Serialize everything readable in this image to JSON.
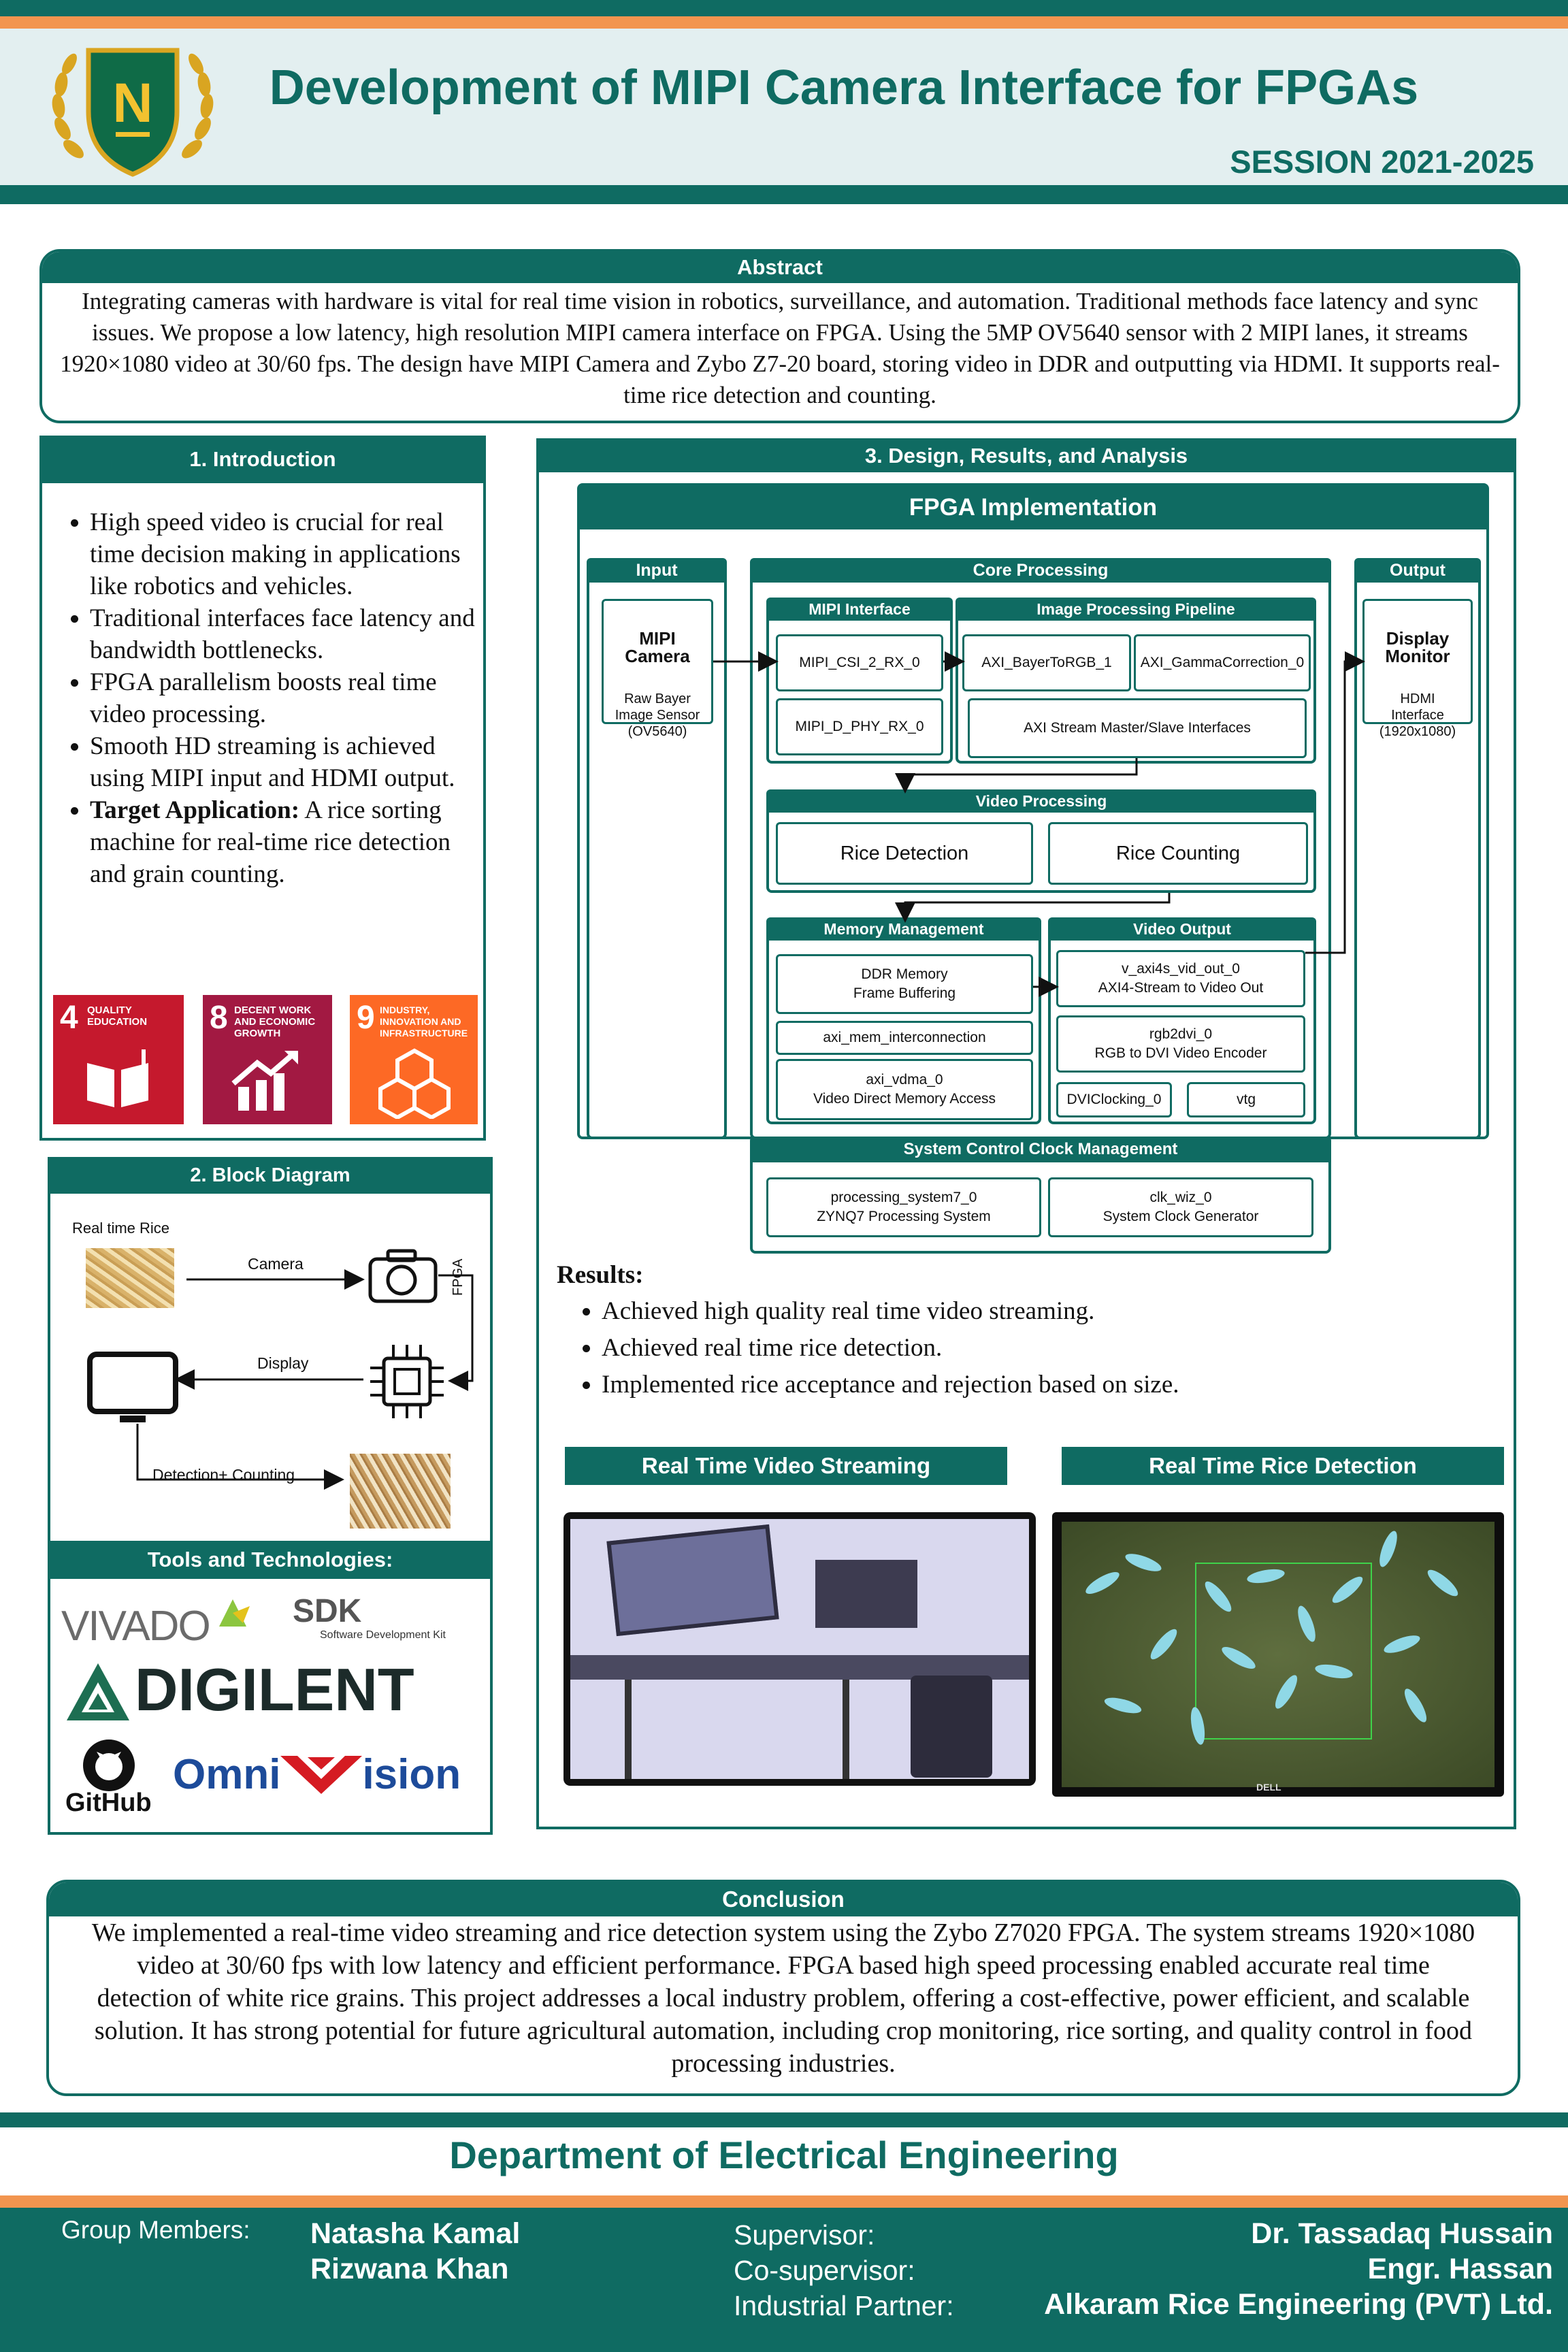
{
  "header": {
    "title": "Development of MIPI Camera Interface for FPGAs",
    "session": "SESSION 2021-2025",
    "logo_letter": "N"
  },
  "abstract": {
    "heading": "Abstract",
    "text": "Integrating cameras with hardware is vital for real time vision in robotics, surveillance, and automation. Traditional methods face latency and sync issues. We propose a low latency, high resolution MIPI camera interface on FPGA. Using the 5MP OV5640 sensor with 2 MIPI lanes, it streams 1920×1080 video at 30/60 fps. The design have MIPI Camera and Zybo Z7-20 board, storing video in DDR and outputting via HDMI. It supports real-time rice detection and counting."
  },
  "intro": {
    "heading": "1. Introduction",
    "items": [
      {
        "bold": "",
        "text": "High speed video is crucial for real time decision making in applications like robotics and vehicles."
      },
      {
        "bold": "",
        "text": "Traditional interfaces face latency and bandwidth bottlenecks."
      },
      {
        "bold": "",
        "text": "FPGA parallelism boosts real time video processing."
      },
      {
        "bold": "",
        "text": "Smooth HD streaming is achieved using MIPI input and HDMI output."
      },
      {
        "bold": "Target Application:",
        "text": " A rice sorting machine for real-time rice detection and grain counting."
      }
    ]
  },
  "sdg": [
    {
      "num": "4",
      "label": "QUALITY EDUCATION",
      "color": "#c5192d"
    },
    {
      "num": "8",
      "label": "DECENT WORK AND ECONOMIC GROWTH",
      "color": "#a21942"
    },
    {
      "num": "9",
      "label": "INDUSTRY, INNOVATION AND INFRASTRUCTURE",
      "color": "#fd6925"
    }
  ],
  "block": {
    "heading": "2. Block Diagram",
    "rice_label": "Real time Rice",
    "camera": "Camera",
    "fpga": "FPGA",
    "display": "Display",
    "detect": "Detection+ Counting"
  },
  "tools": {
    "heading": "Tools and Technologies:",
    "vivado": "VIVADO",
    "sdk": "SDK",
    "sdk_sub": "Software Development Kit",
    "digilent": "DIGILENT",
    "github": "GitHub",
    "omni": "Omni",
    "vision": "ision"
  },
  "design": {
    "heading": "3. Design, Results, and Analysis"
  },
  "fpga": {
    "title": "FPGA Implementation",
    "input": "Input",
    "mipi_camera": "MIPI\nCamera",
    "sensor": "Raw Bayer\nImage Sensor\n(OV5640)",
    "core": "Core Processing",
    "mipi_if": "MIPI Interface",
    "csi": "MIPI_CSI_2_RX_0",
    "dphy": "MIPI_D_PHY_RX_0",
    "pipeline": "Image Processing Pipeline",
    "bayer": "AXI_BayerToRGB_1",
    "gamma": "AXI_GammaCorrection_0",
    "axis": "AXI Stream Master/Slave Interfaces",
    "output": "Output",
    "display": "Display\nMonitor",
    "hdmi": "HDMI\nInterface\n(1920x1080)",
    "vproc": "Video Processing",
    "rice_det": "Rice Detection",
    "rice_cnt": "Rice Counting",
    "mem": "Memory Management",
    "ddr": "DDR Memory\nFrame Buffering",
    "axi_mem": "axi_mem_interconnection",
    "vdma": "axi_vdma_0\nVideo Direct Memory Access",
    "vout": "Video Output",
    "axi4s": "v_axi4s_vid_out_0\nAXI4-Stream to Video Out",
    "rgb2dvi": "rgb2dvi_0\nRGB to DVI Video Encoder",
    "dviclk": "DVIClocking_0",
    "vtg": "vtg",
    "sys": "System Control Clock Management",
    "ps": "processing_system7_0\nZYNQ7 Processing System",
    "clk": "clk_wiz_0\nSystem Clock Generator"
  },
  "results": {
    "heading": "Results:",
    "items": [
      "Achieved high quality real time video streaming.",
      "Achieved real time rice detection.",
      "Implemented rice acceptance and rejection based on size."
    ]
  },
  "photos": {
    "left": "Real Time Video Streaming",
    "right": "Real Time Rice Detection",
    "brand": "DELL"
  },
  "conclusion": {
    "heading": "Conclusion",
    "text": "We implemented a real-time video streaming and rice detection system using the Zybo Z7020 FPGA. The system streams 1920×1080 video at 30/60 fps with low latency and efficient performance. FPGA based high speed processing enabled accurate real time detection of white rice grains. This project addresses a local industry problem, offering a cost-effective, power efficient, and scalable solution. It has strong potential for future agricultural automation, including crop monitoring, rice sorting, and quality control in food processing industries."
  },
  "footer": {
    "dept": "Department of Electrical Engineering",
    "members_label": "Group Members:",
    "members": [
      "Natasha Kamal",
      "Rizwana Khan"
    ],
    "roles": [
      "Supervisor:",
      "Co-supervisor:",
      "Industrial Partner:"
    ],
    "names": [
      "Dr. Tassadaq Hussain",
      "Engr. Hassan",
      "Alkaram Rice Engineering (PVT) Ltd."
    ]
  }
}
